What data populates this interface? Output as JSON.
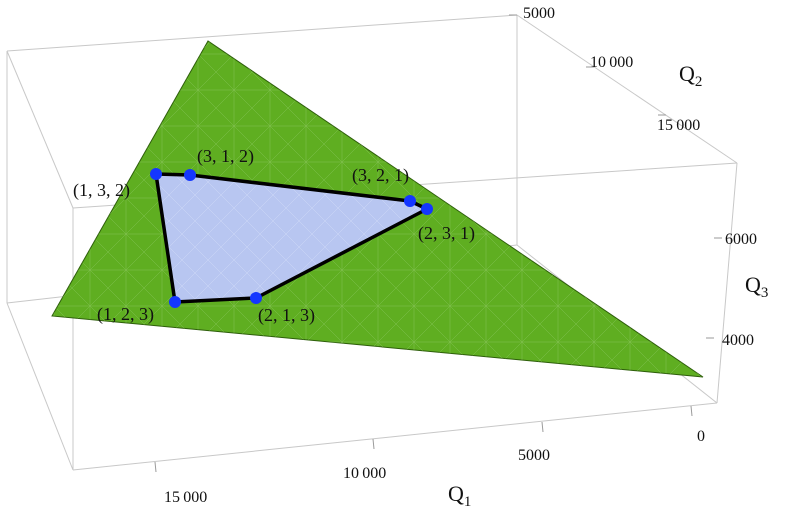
{
  "axes": {
    "q1": {
      "label_main": "Q",
      "label_sub": "1",
      "ticks": [
        "15 000",
        "10 000",
        "5000",
        "0"
      ]
    },
    "q2": {
      "label_main": "Q",
      "label_sub": "2",
      "ticks": [
        "5000",
        "10 000",
        "15 000"
      ]
    },
    "q3": {
      "label_main": "Q",
      "label_sub": "3",
      "ticks": [
        "6000",
        "4000"
      ]
    }
  },
  "points": [
    {
      "id": "p132",
      "label": "(1, 3, 2)"
    },
    {
      "id": "p312",
      "label": "(3, 1, 2)"
    },
    {
      "id": "p321",
      "label": "(3, 2, 1)"
    },
    {
      "id": "p231",
      "label": "(2, 3, 1)"
    },
    {
      "id": "p213",
      "label": "(2, 1, 3)"
    },
    {
      "id": "p123",
      "label": "(1, 2, 3)"
    }
  ],
  "colors": {
    "triangle_fill": "#5fae21",
    "hexagon_fill": "#b8c6f1",
    "vertex": "#1436ff",
    "edge": "#000000"
  }
}
